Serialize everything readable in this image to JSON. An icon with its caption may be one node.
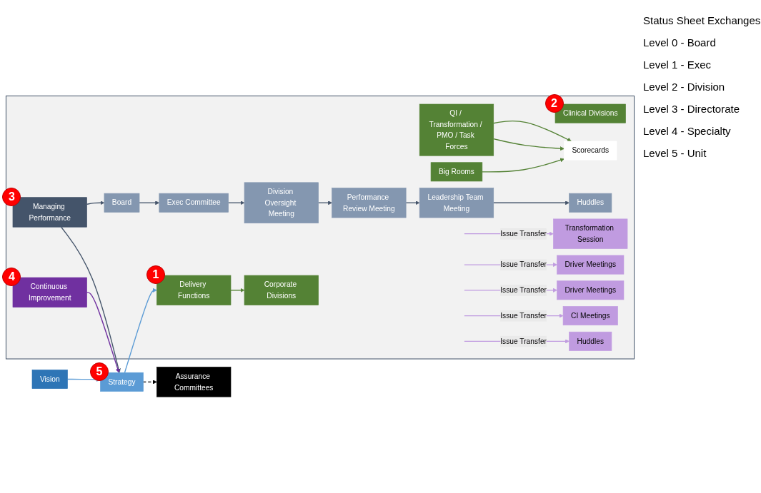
{
  "diagram": {
    "nodes": [
      {
        "text": [
          "Vision"
        ]
      },
      {
        "text": [
          "Strategy"
        ],
        "beside": [
          "5"
        ]
      },
      {
        "text": [
          "Assurance Committees"
        ]
      },
      {
        "text": [],
        "shape": "box"
      },
      {
        "text": [
          "Delivery Functions"
        ],
        "in": 3,
        "beside": [
          "1"
        ]
      },
      {
        "text": [
          "Managing Performance"
        ],
        "in": 3,
        "beside": [
          "3"
        ]
      },
      {
        "text": [
          "Continuous Improvement"
        ],
        "in": 3,
        "beside": [
          "4"
        ]
      },
      {
        "text": [
          "Corporate Divisions"
        ],
        "in": 3
      },
      {
        "text": [
          "Clinical Divisions"
        ],
        "in": 3,
        "beside": [
          "2"
        ]
      },
      {
        "text": [
          "QI / Transformation / PMO / Task Forces"
        ],
        "in": 3
      },
      {
        "text": [
          "Big Rooms"
        ],
        "in": 3
      },
      {
        "text": [
          "Scorecards"
        ],
        "in": 3
      },
      {
        "text": [
          "Board"
        ],
        "in": 3
      },
      {
        "text": [
          "Exec Committee"
        ],
        "in": 3
      },
      {
        "text": [
          "Division Oversight Meeting"
        ],
        "in": 3
      },
      {
        "text": [
          "Performance Review Meeting"
        ],
        "in": 3
      },
      {
        "text": [
          "Leadership Team Meeting"
        ],
        "in": 3
      },
      {
        "text": [
          "Huddles"
        ],
        "in": 3
      },
      {
        "text": [
          "Transformation Session"
        ],
        "in": 3
      },
      {
        "text": [
          "Driver Meetings"
        ],
        "in": 3
      },
      {
        "text": [
          "Driver Meetings"
        ],
        "in": 3
      },
      {
        "text": [
          "CI Meetings"
        ],
        "in": 3
      },
      {
        "text": [
          "Huddles"
        ],
        "in": 3
      }
    ],
    "edges": [
      {
        "from": 0,
        "to": 1,
        "arrow": "to",
        "color": "#5b9bd5"
      },
      {
        "from": 1,
        "to": 2,
        "arrow": "to",
        "style": "dashed",
        "color": "#000000"
      },
      {
        "from": 1,
        "to": 4,
        "arrow": "to",
        "color": "#5b9bd5"
      },
      {
        "from": 5,
        "to": 1,
        "arrow": "to",
        "color": "#44546a"
      },
      {
        "from": 6,
        "to": 1,
        "arrow": "to",
        "color": "#7030a0"
      },
      {
        "from": 4,
        "to": 7,
        "arrow": "to",
        "color": "#548235"
      },
      {
        "from": 5,
        "to": 12,
        "arrow": "to",
        "color": "#44546a"
      },
      {
        "from": 9,
        "to": 11,
        "arrow": "to",
        "color": "#548235"
      },
      {
        "from": 9,
        "to": 11,
        "arrow": "to",
        "color": "#548235"
      },
      {
        "from": 10,
        "to": 11,
        "arrow": "to",
        "color": "#548235"
      },
      {
        "from": 12,
        "to": 13,
        "arrow": "to",
        "color": "#44546a"
      },
      {
        "from": 13,
        "to": 14,
        "arrow": "to",
        "color": "#44546a"
      },
      {
        "from": 14,
        "to": 15,
        "arrow": "to",
        "color": "#44546a"
      },
      {
        "from": 15,
        "to": 16,
        "arrow": "to",
        "color": "#44546a"
      },
      {
        "from": 16,
        "to": 17,
        "arrow": "to",
        "color": "#44546a"
      },
      {
        "from": null,
        "to": 18,
        "arrow": "to",
        "label": "Issue Transfer",
        "color": "#c09be0"
      },
      {
        "from": null,
        "to": 19,
        "arrow": "to",
        "label": "Issue Transfer",
        "color": "#c09be0"
      },
      {
        "from": null,
        "to": 20,
        "arrow": "to",
        "label": "Issue Transfer",
        "color": "#c09be0"
      },
      {
        "from": null,
        "to": 21,
        "arrow": "to",
        "label": "Issue Transfer",
        "color": "#c09be0"
      },
      {
        "from": null,
        "to": 22,
        "arrow": "to",
        "label": "Issue Transfer",
        "color": "#c09be0"
      }
    ],
    "labels": [
      "Status Sheet Exchanges",
      "Level 0 - Board",
      "Level 1 - Exec",
      "Level 2 - Division",
      "Level 3 - Directorate",
      "Level 4 - Specialty",
      "Level 5 - Unit"
    ]
  }
}
